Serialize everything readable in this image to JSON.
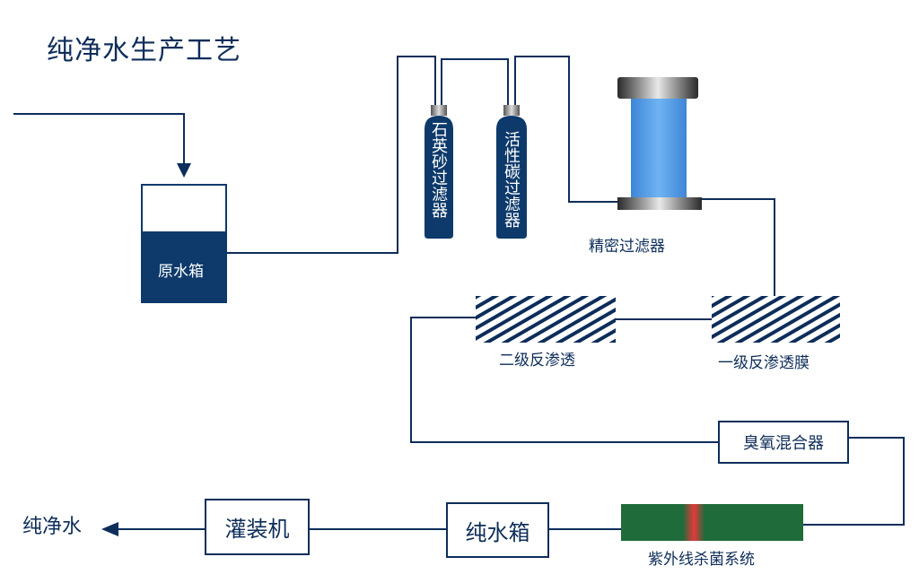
{
  "diagram": {
    "title": "纯净水生产工艺",
    "raw_tank": "原水箱",
    "quartz_filter": "石英砂过滤器",
    "carbon_filter": "活性碳过滤器",
    "precision_filter": "精密过滤器",
    "ro_stage2": "二级反渗透",
    "ro_stage1": "一级反渗透膜",
    "ozone_mixer": "臭氧混合器",
    "uv_sterilizer": "紫外线杀菌系统",
    "pure_tank": "纯水箱",
    "filler": "灌装机",
    "output": "纯净水"
  },
  "colors": {
    "line": "#0d2d5a",
    "tank_fill": "#0d3a6b",
    "column_blue": "#4f9be6",
    "uv_green": "#1f6b3a",
    "uv_red": "#e23a3a"
  }
}
